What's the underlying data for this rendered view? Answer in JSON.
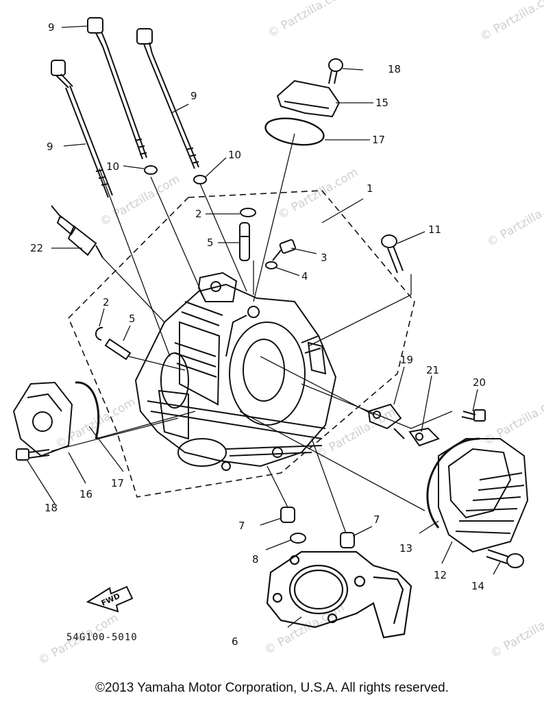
{
  "diagram": {
    "part_code": "54G100-5010",
    "fwd_label": "FWD",
    "copyright": "©2013 Yamaha Motor Corporation, U.S.A. All rights reserved.",
    "watermark": "© Partzilla.com",
    "callouts": {
      "n1": "1",
      "n2a": "2",
      "n2b": "2",
      "n3": "3",
      "n4": "4",
      "n5a": "5",
      "n5b": "5",
      "n6": "6",
      "n7a": "7",
      "n7b": "7",
      "n8": "8",
      "n9a": "9",
      "n9b": "9",
      "n9c": "9",
      "n10a": "10",
      "n10b": "10",
      "n11": "11",
      "n12": "12",
      "n13": "13",
      "n14": "14",
      "n15": "15",
      "n16": "16",
      "n17a": "17",
      "n17b": "17",
      "n18a": "18",
      "n18b": "18",
      "n19": "19",
      "n20": "20",
      "n21": "21",
      "n22": "22"
    }
  }
}
